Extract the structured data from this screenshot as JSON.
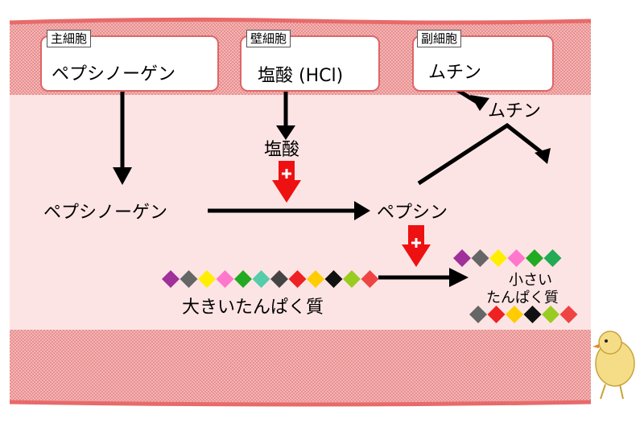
{
  "cells": [
    {
      "type": "主細胞",
      "content": "ペプシノーゲン"
    },
    {
      "type": "壁細胞",
      "content": "塩酸 (HCl)"
    },
    {
      "type": "副細胞",
      "content": "ムチン"
    }
  ],
  "labels": {
    "hcl": "塩酸",
    "mucin": "ムチン",
    "pepsinogen": "ペプシノーゲン",
    "pepsin": "ペプシン",
    "large_protein": "大きいたんぱく質",
    "small_protein_line1": "小さい",
    "small_protein_line2": "たんぱく質"
  },
  "icons": {
    "activation": "plus-arrow-icon"
  },
  "colors": {
    "band": "#f2a9a9",
    "band_texture": "#e57373",
    "lumen": "#fde4e4",
    "activation_arrow": "#ee1111",
    "beads_large": [
      "#a0309a",
      "#666666",
      "#ffee00",
      "#ff77cc",
      "#22aa22",
      "#55ccaa",
      "#444444",
      "#ee2222",
      "#ffcc00",
      "#111111",
      "#99cc22",
      "#ee4444"
    ],
    "beads_small_top": [
      "#a0309a",
      "#666666",
      "#ffee00",
      "#ff77cc",
      "#22aa22",
      "#22aa55"
    ],
    "beads_small_bottom": [
      "#666666",
      "#ee2222",
      "#ffcc00",
      "#111111",
      "#99cc22",
      "#ee4444"
    ]
  }
}
